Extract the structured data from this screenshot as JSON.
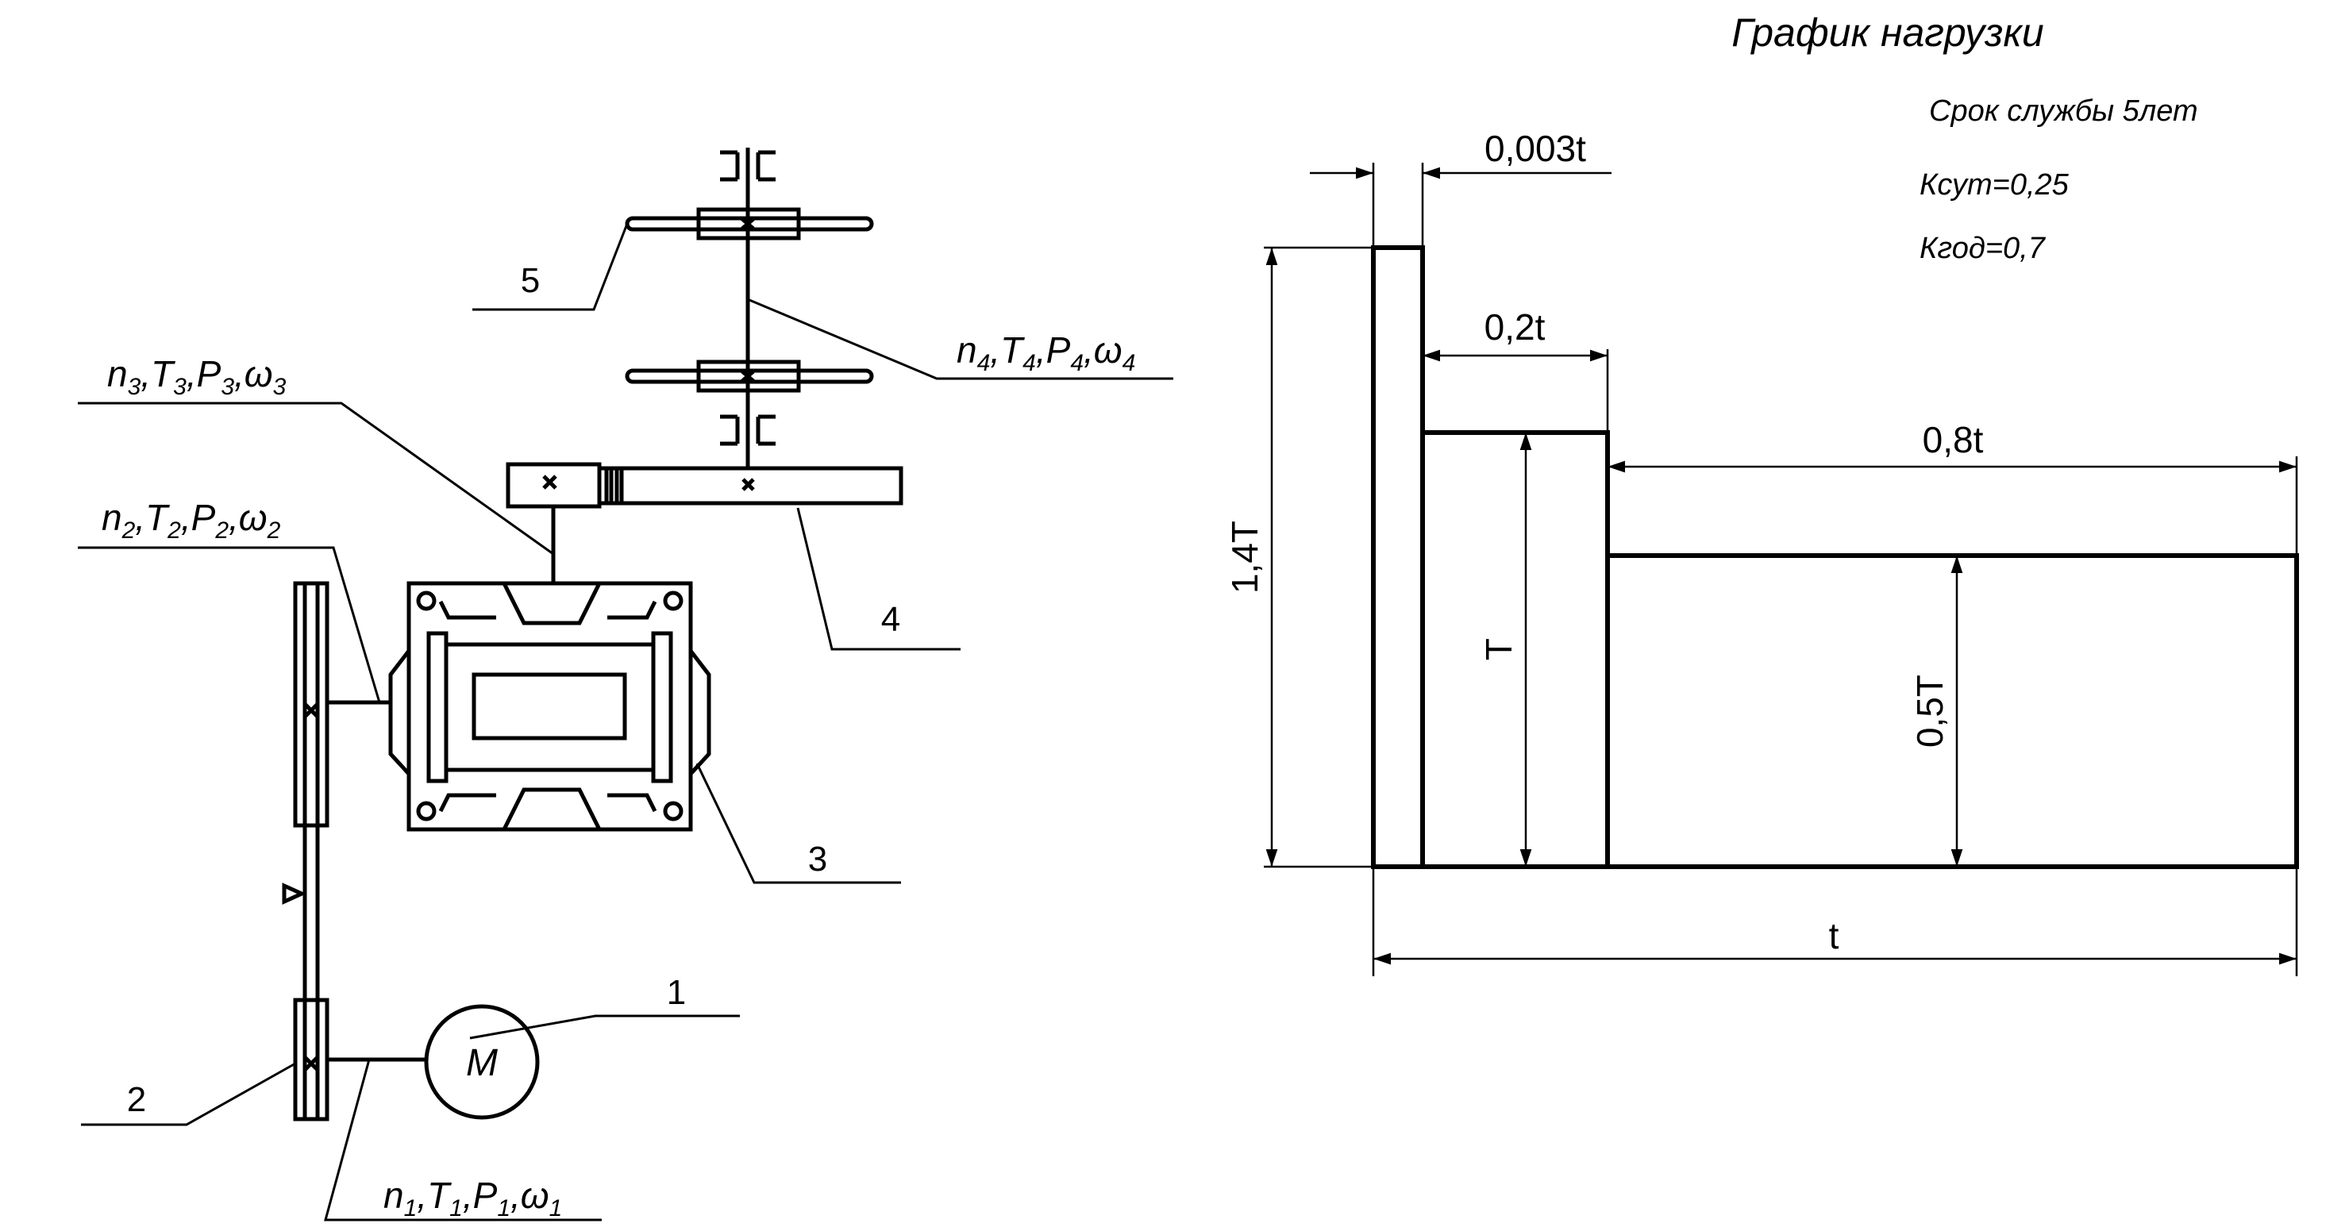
{
  "kinematic_scheme": {
    "callouts": {
      "motor": "1",
      "belt_drive": "2",
      "gearbox": "3",
      "open_gear": "4",
      "couplings": "5"
    },
    "motor_symbol": "M",
    "shafts": [
      {
        "n": "n",
        "sub": "1",
        "T": "T",
        "P": "P",
        "w": "ω"
      },
      {
        "n": "n",
        "sub": "2",
        "T": "T",
        "P": "P",
        "w": "ω"
      },
      {
        "n": "n",
        "sub": "3",
        "T": "T",
        "P": "P",
        "w": "ω"
      },
      {
        "n": "n",
        "sub": "4",
        "T": "T",
        "P": "P",
        "w": "ω"
      }
    ]
  },
  "load_graph": {
    "title": "График нагрузки",
    "service_life": "Срок службы 5лет",
    "k_day": "Ксут=0,25",
    "k_year": "Кгод=0,7",
    "dims": {
      "t_peak": "0,003t",
      "t_nominal": "0,2t",
      "t_reduced": "0,8t",
      "t_total": "t",
      "T_peak": "1,4T",
      "T_nominal": "T",
      "T_reduced": "0,5T"
    }
  }
}
